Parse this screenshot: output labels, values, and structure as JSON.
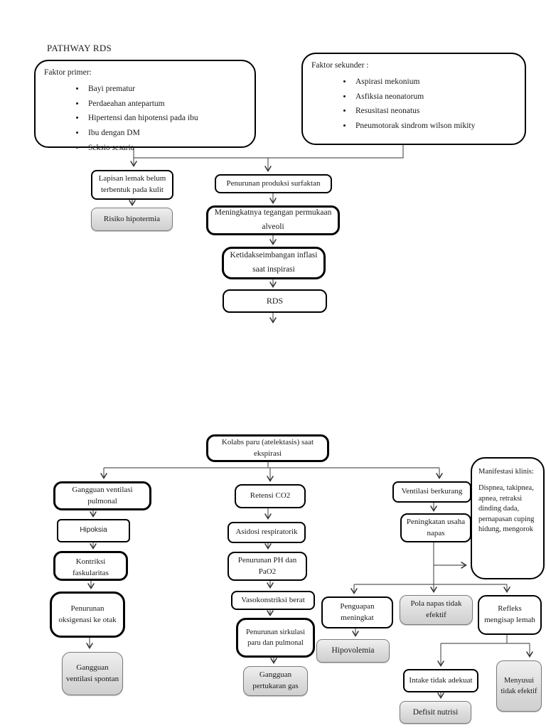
{
  "title": "PATHWAY RDS",
  "primer": {
    "label": "Faktor primer:",
    "items": [
      "Bayi prematur",
      "Perdaeahan antepartum",
      "Hipertensi dan hipotensi pada ibu",
      "Ibu dengan DM",
      "Seksio sesaria"
    ]
  },
  "sekunder": {
    "label": "Faktor sekunder :",
    "items": [
      "Aspirasi mekonium",
      "Asfiksia neonatorum",
      "Resusitasi neonatus",
      "Pneumotorak sindrom wilson mikity"
    ]
  },
  "nodes": {
    "lapisan": "Lapisan lemak belum terbentuk pada kulit",
    "risiko": "Risiko hipotermia",
    "surfaktan": "Penurunan produksi surfaktan",
    "tegangan": "Meningkatnya tegangan permukaan alveoli",
    "inflasi": "Ketidakseimbangan inflasi saat inspirasi",
    "rds": "RDS",
    "kolabs": "Kolabs paru (atelektasis) saat ekspirasi",
    "gvp": "Gangguan ventilasi pulmonal",
    "hipoksia": "Hipoksia",
    "kontriksi": "Kontriksi faskularitas",
    "oksigenasi": "Penurunan oksigenasi ke otak",
    "gvs": "Gangguan ventilasi spontan",
    "retensi": "Retensi CO2",
    "asidosi": "Asidosi respiratorik",
    "ph": "Penurunan PH dan PaO2",
    "vaso": "Vasokonstriksi berat",
    "sirkulasi": "Penurunan sirkulasi paru dan pulmonal",
    "gpg": "Gangguan pertukaran gas",
    "ventilasi_berkurang": "Ventilasi berkurang",
    "usaha_napas": "Peningkatan usaha napas",
    "penguapan": "Penguapan meningkat",
    "hipovolemia": "Hipovolemia",
    "pola_napas": "Pola napas tidak efektif",
    "refleks": "Refleks mengisap lemah",
    "intake": "Intake tidak adekuat",
    "defisit": "Defisit nutrisi",
    "menyusui": "Menyusui tidak efektif"
  },
  "manifestasi": {
    "label": "Manifestasi klinis:",
    "text": "Dispnea, takipnea, apnea, retraksi dinding dada, pernapasan cuping hidung, mengorok"
  },
  "colors": {
    "box_border": "#000000",
    "shaded_fill": "#d9d9d9",
    "shaded_border": "#7a7a7a",
    "line": "#595959",
    "background": "#ffffff"
  }
}
